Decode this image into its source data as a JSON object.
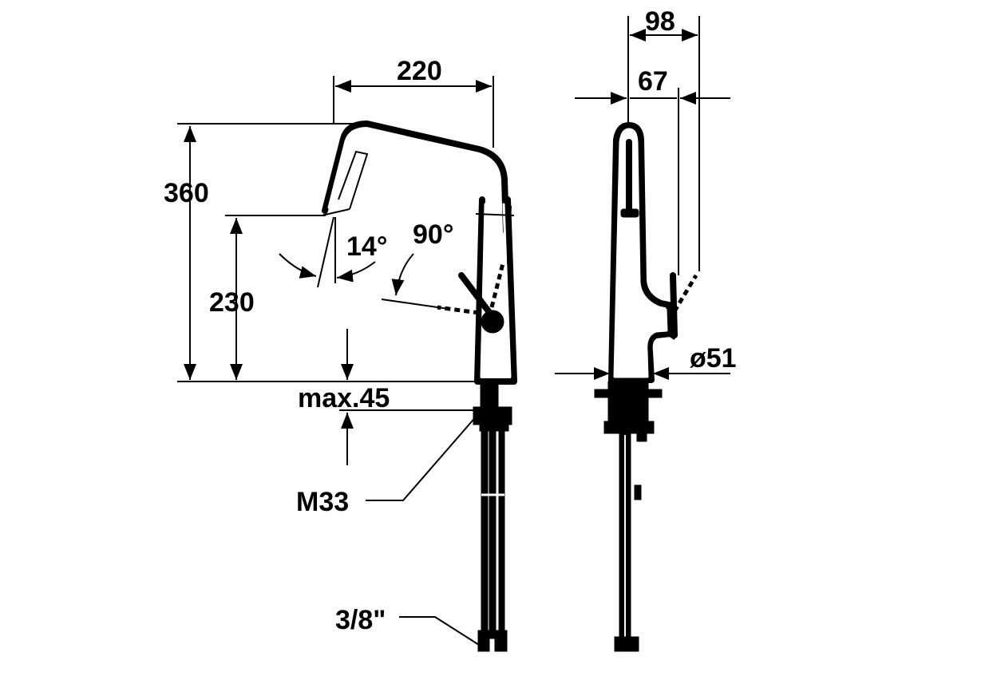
{
  "labels": {
    "width_220": "220",
    "height_360": "360",
    "height_230": "230",
    "angle_14": "14°",
    "angle_90": "90°",
    "max_45": "max.45",
    "thread_m33": "M33",
    "hose_3_8": "3/8\"",
    "depth_98": "98",
    "depth_67": "67",
    "base_dia": "ø51"
  },
  "colors": {
    "line": "#000000",
    "background": "#ffffff"
  }
}
